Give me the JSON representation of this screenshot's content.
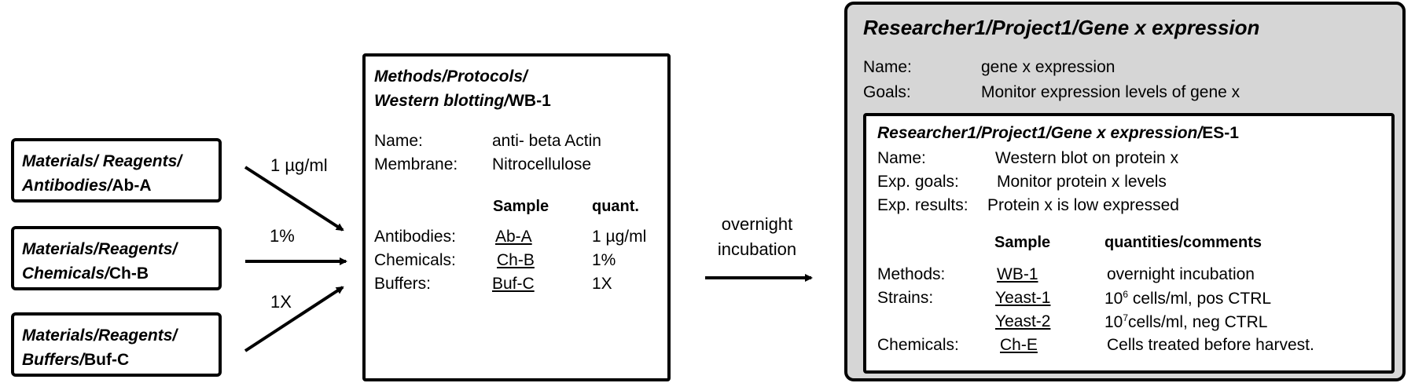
{
  "materials": [
    {
      "italic": "Materials/ Reagents/",
      "italic2": "Antibodies/",
      "plain": "Ab-A"
    },
    {
      "italic": "Materials/Reagents/",
      "italic2": "Chemicals/",
      "plain": "Ch-B"
    },
    {
      "italic": "Materials/Reagents/",
      "italic2": "Buffers/",
      "plain": "Buf-C"
    }
  ],
  "arrow_labels": [
    "1 µg/ml",
    "1%",
    "1X"
  ],
  "protocol": {
    "path_line1": "Methods/Protocols/",
    "path_line2_italic": "Western blotting/",
    "path_line2_plain": "WB-1",
    "fields": [
      {
        "label": "Name:",
        "value": "anti- beta Actin"
      },
      {
        "label": "Membrane:",
        "value": "Nitrocellulose"
      }
    ],
    "col_sample": "Sample",
    "col_quant": "quant.",
    "rows": [
      {
        "label": "Antibodies:",
        "sample": "Ab-A",
        "quant": "1 µg/ml"
      },
      {
        "label": "Chemicals:",
        "sample": "Ch-B",
        "quant": "1%"
      },
      {
        "label": "Buffers:",
        "sample": "Buf-C",
        "quant": "1X"
      }
    ]
  },
  "incubation_label": [
    "overnight",
    "incubation"
  ],
  "project": {
    "title": "Researcher1/Project1/Gene x expression",
    "fields": [
      {
        "label": "Name:",
        "value": "gene x expression"
      },
      {
        "label": "Goals:",
        "value": "Monitor expression levels of gene x"
      }
    ],
    "experiment": {
      "title_italic": "Researcher1/Project1/Gene x expression/",
      "title_plain": "ES-1",
      "fields": [
        {
          "label": "Name:",
          "value": "Western blot on protein x"
        },
        {
          "label": "Exp. goals:",
          "value": "Monitor protein x levels"
        },
        {
          "label": "Exp. results:",
          "value": "Protein x is low expressed"
        }
      ],
      "col_sample": "Sample",
      "col_comments": "quantities/comments",
      "rows": [
        {
          "label": "Methods:",
          "sample": "WB-1",
          "comment": "overnight incubation"
        },
        {
          "label": "Strains:",
          "sample": "Yeast-1",
          "comment_base": "10",
          "comment_sup": "6",
          "comment_rest": " cells/ml, pos CTRL"
        },
        {
          "label": "",
          "sample": "Yeast-2",
          "comment_base": "10",
          "comment_sup": "7",
          "comment_rest": "cells/ml, neg CTRL"
        },
        {
          "label": "Chemicals:",
          "sample": "Ch-E",
          "comment": "Cells treated before harvest."
        }
      ]
    }
  },
  "colors": {
    "project_bg": "#d6d6d6",
    "line": "#000000"
  }
}
